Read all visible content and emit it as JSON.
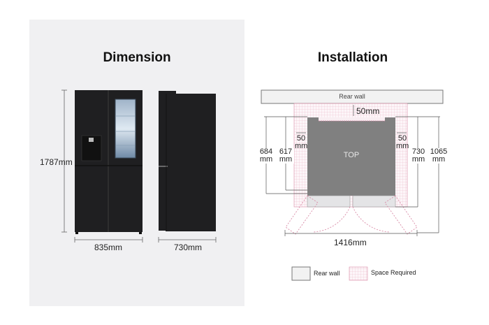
{
  "dimension": {
    "title": "Dimension",
    "height_label": "1787mm",
    "width_label": "835mm",
    "depth_label": "730mm"
  },
  "installation": {
    "title": "Installation",
    "rear_wall_label": "Rear wall",
    "rear_gap_label": "50mm",
    "left_side_gap": {
      "value": "50",
      "unit": "mm"
    },
    "right_side_gap": {
      "value": "50",
      "unit": "mm"
    },
    "depth_684": {
      "value": "684",
      "unit": "mm"
    },
    "depth_617": {
      "value": "617",
      "unit": "mm"
    },
    "depth_730": {
      "value": "730",
      "unit": "mm"
    },
    "depth_1065": {
      "value": "1065",
      "unit": "mm"
    },
    "top_label": "TOP",
    "door_open_width_label": "1416mm"
  },
  "legend": {
    "items": [
      {
        "label": "Rear wall",
        "swatch": "rear-wall"
      },
      {
        "label": "Space Required",
        "swatch": "space-required"
      }
    ]
  },
  "colors": {
    "panel_bg": "#f0f0f2",
    "fridge_body": "#1f1f21",
    "top_view": "#808080",
    "space_required": "#d98aa6",
    "rear_wall_fill": "#f2f2f2",
    "door_fill": "#e4e4e6"
  }
}
